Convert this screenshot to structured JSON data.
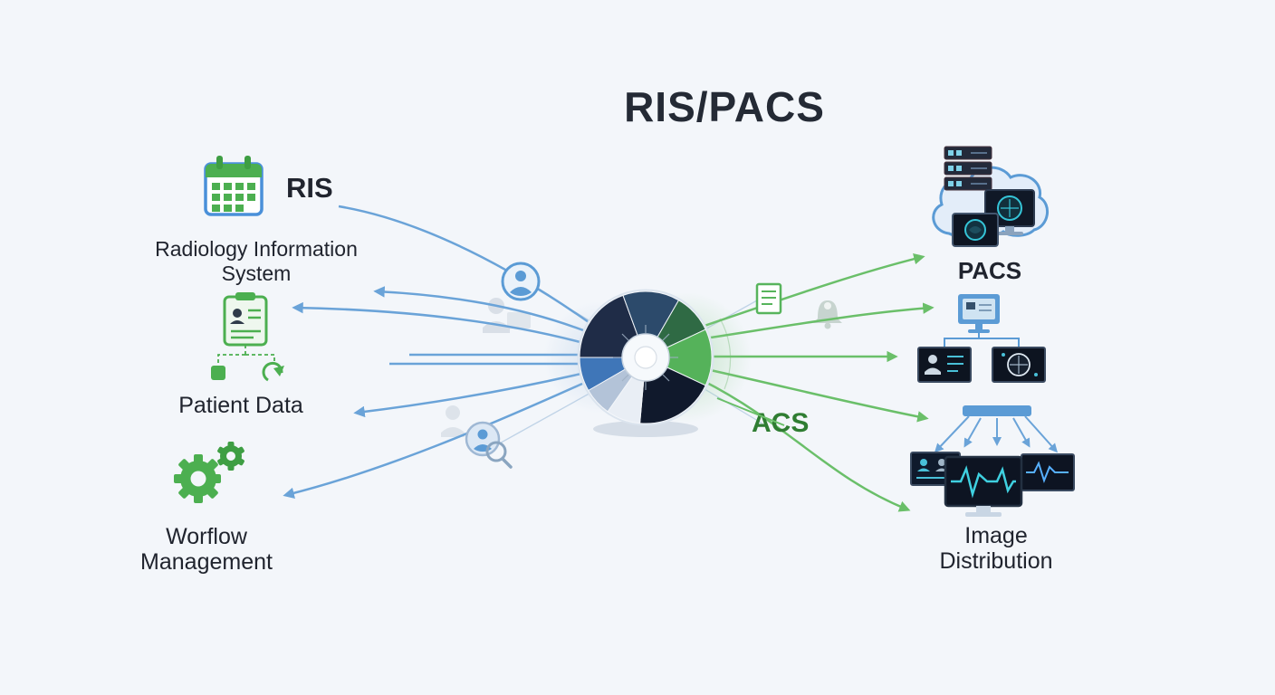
{
  "title": "RIS/PACS",
  "colors": {
    "background": "#f3f6fa",
    "accent_blue": "#5b9bd5",
    "accent_green": "#4caf50",
    "arrow_blue": "#6aa3d8",
    "arrow_green": "#6abf69",
    "dark_navy": "#10192c",
    "text_dark": "#20242e",
    "screen_dark": "#0d1422",
    "teal": "#3fd0e0"
  },
  "left_column": {
    "ris": {
      "label": "RIS",
      "caption_line1": "Radiology Information",
      "caption_line2": "System"
    },
    "patient_data": {
      "label": "Patient Data"
    },
    "workflow": {
      "line1": "Worflow",
      "line2": "Management"
    }
  },
  "center": {
    "acs_label": "ACS"
  },
  "right_column": {
    "pacs": {
      "label": "PACS"
    },
    "image_distribution": {
      "line1": "Image",
      "line2": "Distribution"
    }
  },
  "icons": [
    "calendar-icon",
    "patient-record-icon",
    "sync-icon",
    "gears-icon",
    "hub-wheel-icon",
    "user-icon",
    "user-search-icon",
    "document-icon",
    "alert-bell-icon",
    "server-stack-icon",
    "cloud-icon",
    "monitor-icon",
    "scan-monitor-icon",
    "distribution-hub-icon",
    "waveform-monitor-icon"
  ]
}
